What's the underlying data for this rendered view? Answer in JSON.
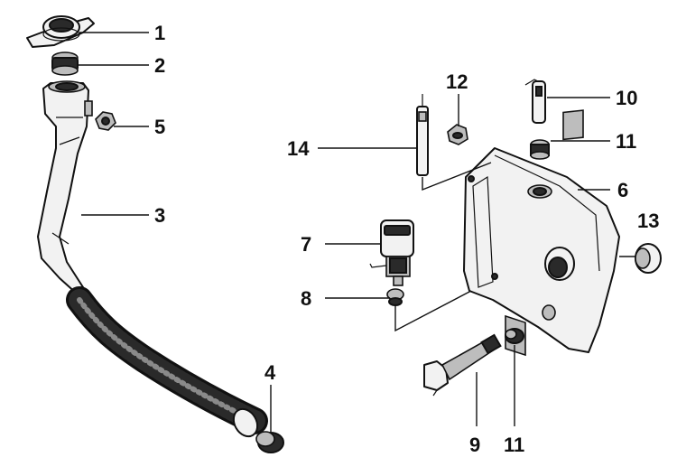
{
  "callouts": [
    {
      "id": "c1",
      "text": "1"
    },
    {
      "id": "c2",
      "text": "2"
    },
    {
      "id": "c3",
      "text": "3"
    },
    {
      "id": "c4",
      "text": "4"
    },
    {
      "id": "c5",
      "text": "5"
    },
    {
      "id": "c6",
      "text": "6"
    },
    {
      "id": "c7",
      "text": "7"
    },
    {
      "id": "c8",
      "text": "8"
    },
    {
      "id": "c9",
      "text": "9"
    },
    {
      "id": "c10",
      "text": "10"
    },
    {
      "id": "c11a",
      "text": "11"
    },
    {
      "id": "c11b",
      "text": "11"
    },
    {
      "id": "c12",
      "text": "12"
    },
    {
      "id": "c13",
      "text": "13"
    },
    {
      "id": "c14",
      "text": "14"
    }
  ]
}
